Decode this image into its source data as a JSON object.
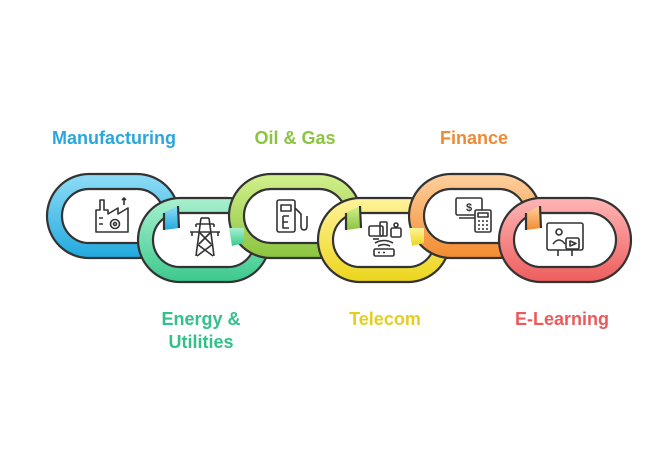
{
  "diagram": {
    "type": "chain",
    "links": [
      {
        "label": "Manufacturing",
        "color": "#2aa6dc",
        "icon": "factory-icon",
        "position": "top"
      },
      {
        "label": "Energy &\nUtilities",
        "color": "#34c08a",
        "icon": "power-tower-icon",
        "position": "bottom"
      },
      {
        "label": "Oil & Gas",
        "color": "#8bc43f",
        "icon": "fuel-pump-icon",
        "position": "top"
      },
      {
        "label": "Telecom",
        "color": "#e3cf22",
        "icon": "network-devices-icon",
        "position": "bottom"
      },
      {
        "label": "Finance",
        "color": "#ee8a36",
        "icon": "money-calculator-icon",
        "position": "top"
      },
      {
        "label": "E-Learning",
        "color": "#ea5a5a",
        "icon": "video-lesson-icon",
        "position": "bottom"
      }
    ],
    "energy_label_lines": [
      "Energy &",
      "Utilities"
    ]
  }
}
